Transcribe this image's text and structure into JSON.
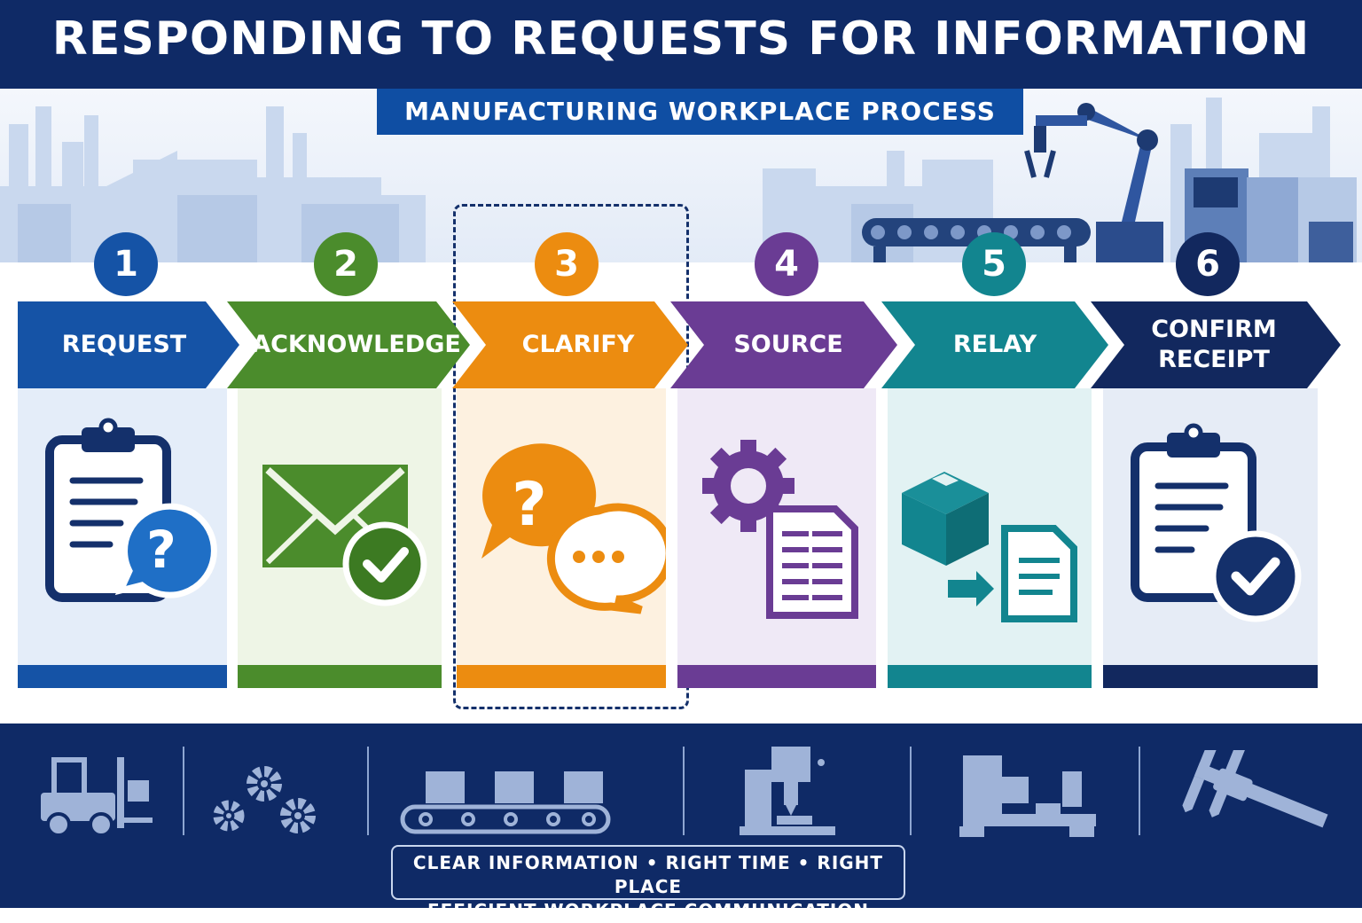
{
  "header": {
    "title": "RESPONDING TO REQUESTS FOR INFORMATION",
    "subtitle": "MANUFACTURING WORKPLACE PROCESS"
  },
  "steps": [
    {
      "number": "1",
      "label": "REQUEST",
      "color": "#1553a6",
      "tint": "#e4edf9",
      "icon": "clipboard-question-icon"
    },
    {
      "number": "2",
      "label": "ACKNOWLEDGE",
      "color": "#4b8c2c",
      "tint": "#eef5e6",
      "icon": "envelope-check-icon"
    },
    {
      "number": "3",
      "label": "CLARIFY",
      "color": "#ec8c10",
      "tint": "#fdf1e0",
      "icon": "chat-question-icon"
    },
    {
      "number": "4",
      "label": "SOURCE",
      "color": "#6a3c94",
      "tint": "#efe9f6",
      "icon": "gear-document-icon"
    },
    {
      "number": "5",
      "label": "RELAY",
      "color": "#12858f",
      "tint": "#e2f2f3",
      "icon": "box-document-icon"
    },
    {
      "number": "6",
      "label": "CONFIRM\nRECEIPT",
      "label_line1": "CONFIRM",
      "label_line2": "RECEIPT",
      "color": "#12285e",
      "tint": "#e6ecf6",
      "icon": "clipboard-check-icon"
    }
  ],
  "footer": {
    "icons": [
      "forklift-icon",
      "gears-icon",
      "conveyor-boxes-icon",
      "drill-press-icon",
      "lathe-icon",
      "caliper-icon"
    ],
    "tagline_line1": "CLEAR INFORMATION • RIGHT TIME • RIGHT PLACE",
    "tagline_line2": "EFFICIENT WORKPLACE COMMUNICATION"
  },
  "colors": {
    "header": "#0f2a66",
    "subtitle_bg": "#0f4ea3",
    "focus_outline": "#14306b"
  }
}
